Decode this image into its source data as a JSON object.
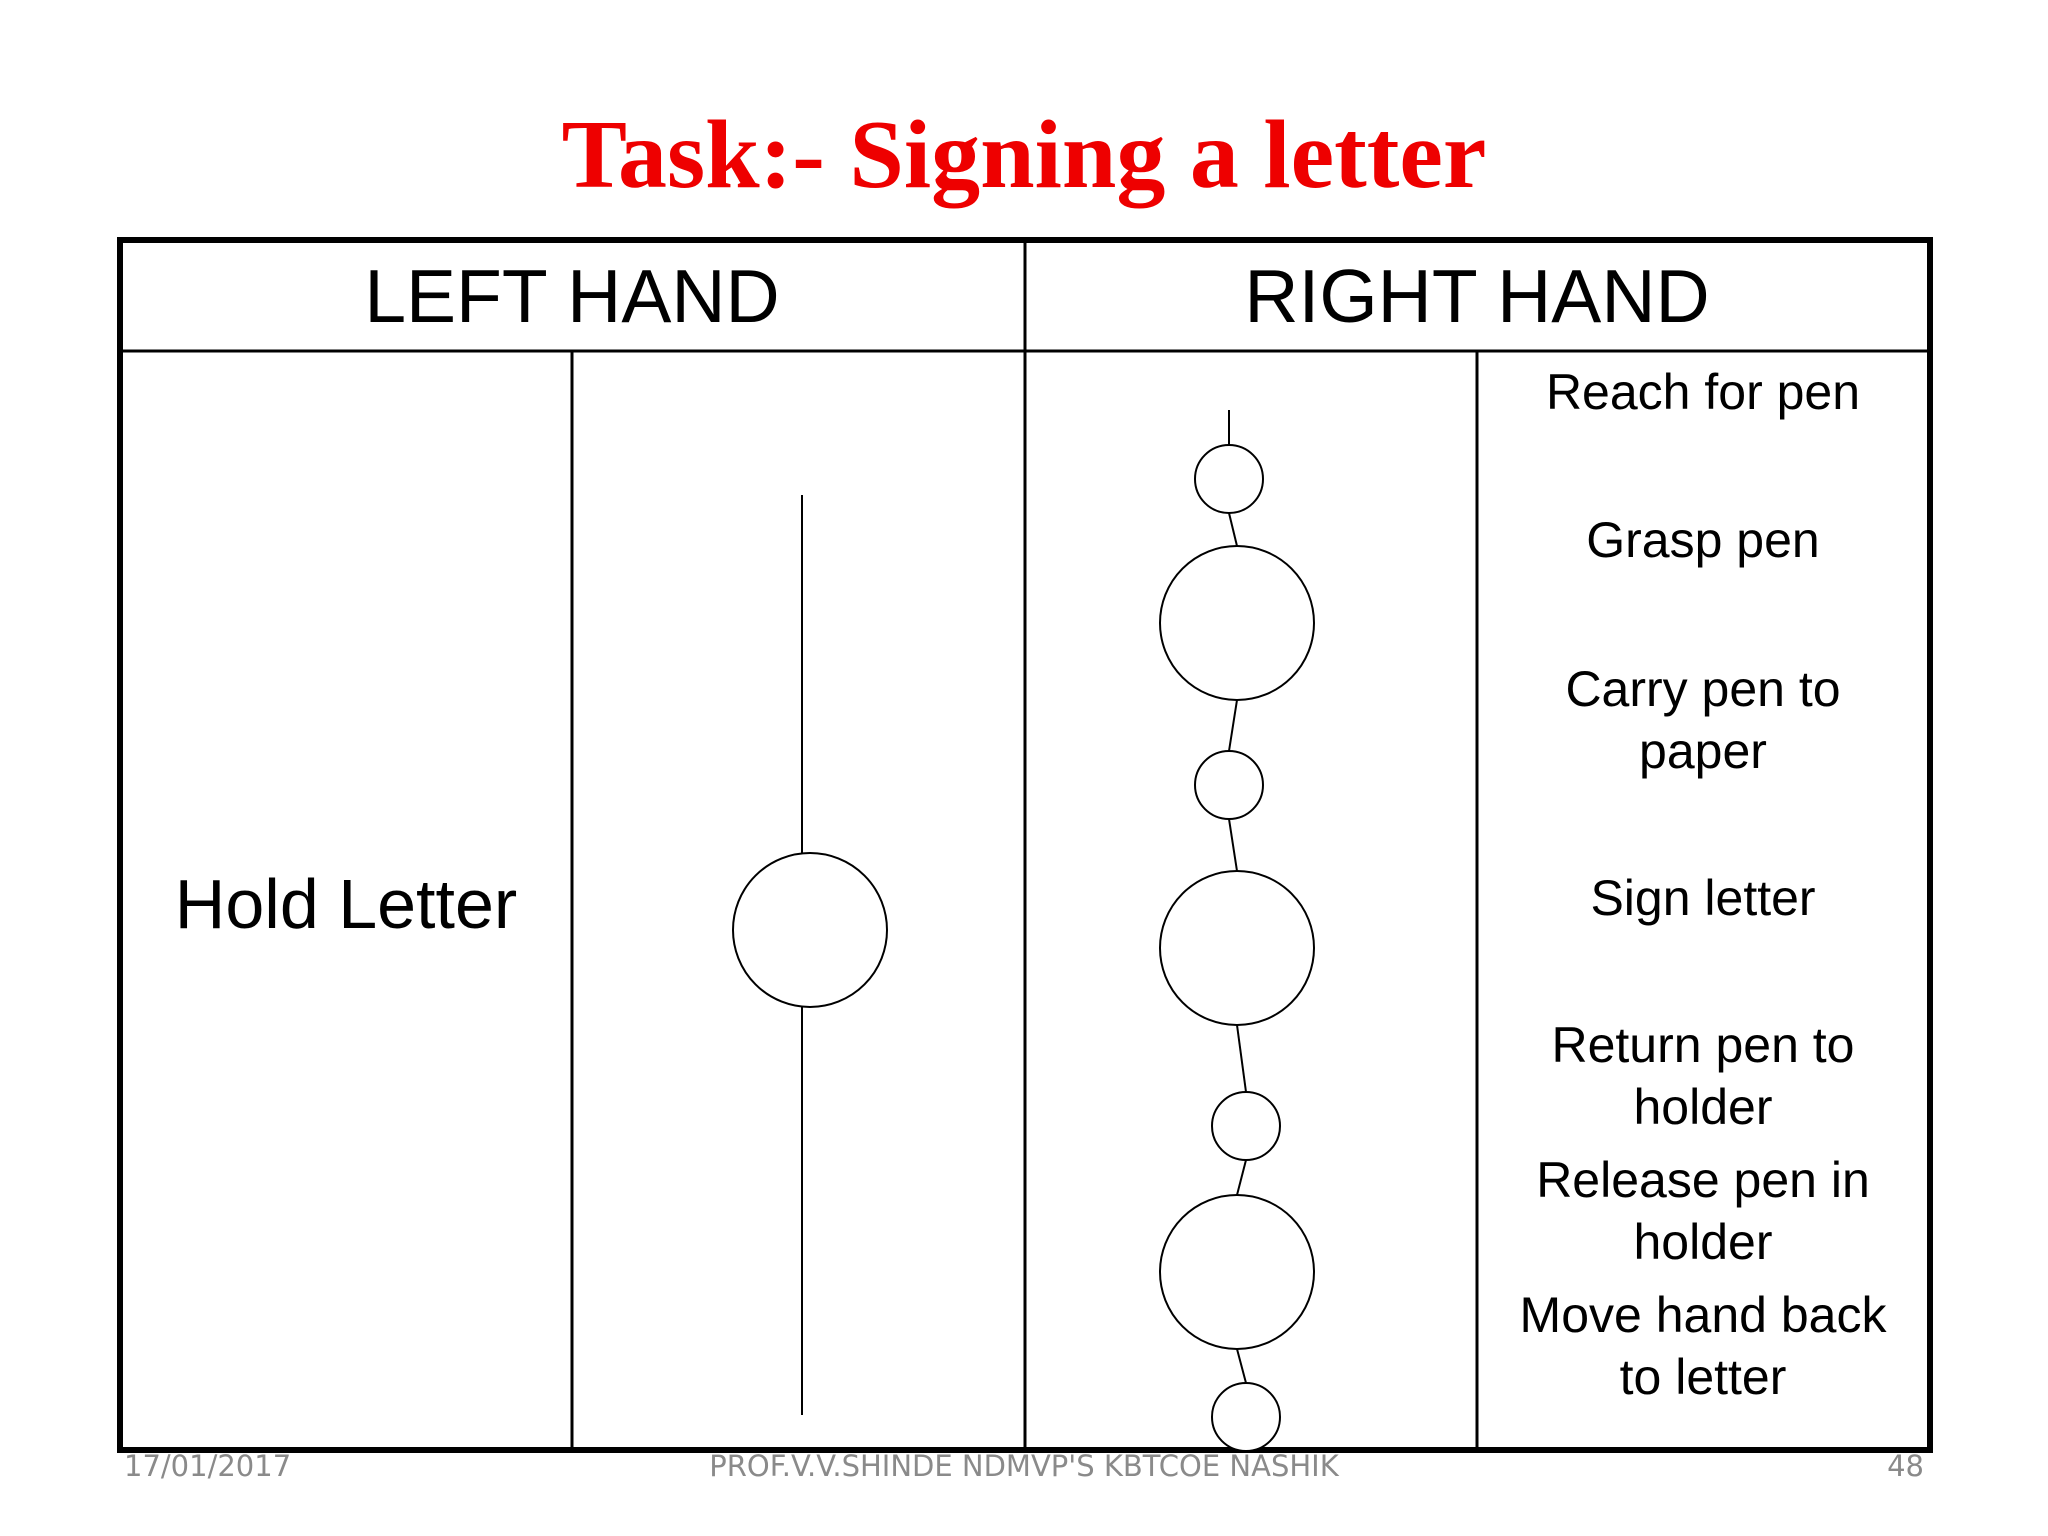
{
  "slide": {
    "title": "Task:- Signing a letter",
    "title_color": "#ee0000"
  },
  "table": {
    "left_header": "LEFT HAND",
    "right_header": "RIGHT HAND",
    "left_activity": "Hold Letter",
    "left_symbol": "hold",
    "right_symbols": [
      "transport",
      "operation",
      "transport",
      "operation",
      "transport",
      "operation",
      "transport"
    ],
    "right_activities": [
      [
        "Reach for pen"
      ],
      [
        "Grasp pen"
      ],
      [
        "Carry pen to",
        "paper"
      ],
      [
        "Sign letter"
      ],
      [
        "Return pen to",
        "holder"
      ],
      [
        "Release pen in",
        "holder"
      ],
      [
        "Move hand back",
        "to letter"
      ]
    ]
  },
  "footer": {
    "date": "17/01/2017",
    "author": "PROF.V.V.SHINDE NDMVP'S KBTCOE NASHIK",
    "page": "48"
  }
}
